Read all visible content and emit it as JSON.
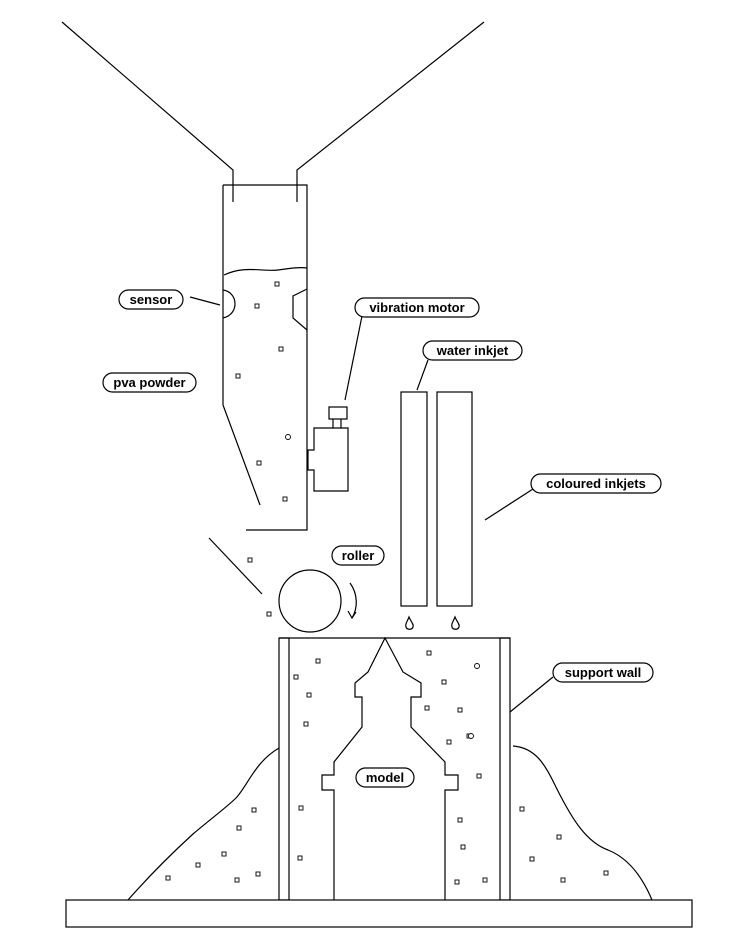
{
  "diagram": {
    "labels": {
      "sensor": "sensor",
      "pva_powder": "pva powder",
      "vibration_motor": "vibration motor",
      "water_inkjet": "water inkjet",
      "coloured_inkjets": "coloured inkjets",
      "roller": "roller",
      "support_wall": "support wall",
      "model": "model"
    },
    "colors": {
      "line": "#000000",
      "background": "#ffffff"
    }
  }
}
